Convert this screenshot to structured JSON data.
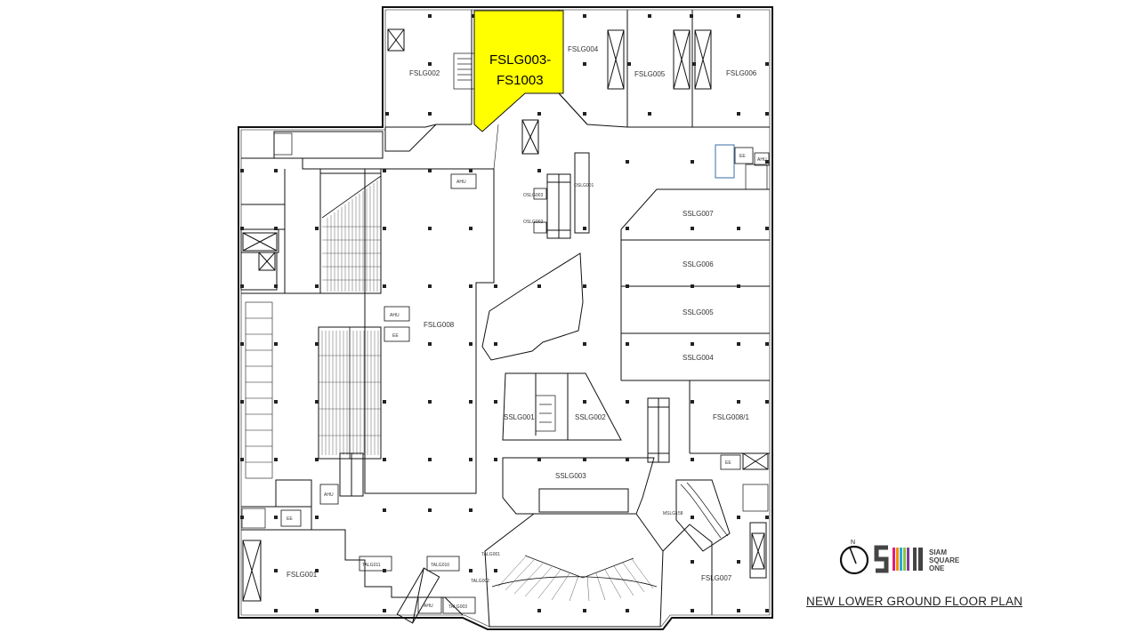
{
  "plan_title": "NEW LOWER GROUND FLOOR PLAN",
  "highlight": {
    "label_line1": "FSLG003-",
    "label_line2": "FS1003",
    "color": "#ffff00"
  },
  "logo": {
    "north_letter": "N",
    "brand_line1": "SIAM",
    "brand_line2": "SQUARE",
    "brand_line3": "ONE",
    "colors": [
      "#e6197e",
      "#f29100",
      "#2aa7df",
      "#8cc63f",
      "#7f3f98"
    ]
  },
  "units": {
    "fslg002": "FSLG002",
    "fslg004": "FSLG004",
    "fslg005": "FSLG005",
    "fslg006": "FSLG006",
    "fslg008": "FSLG008",
    "fslg001": "FSLG001",
    "fslg007": "FSLG007",
    "fslg008_1": "FSLG008/1",
    "sslg007": "SSLG007",
    "sslg006": "SSLG006",
    "sslg005": "SSLG005",
    "sslg004": "SSLG004",
    "sslg003": "SSLG003",
    "sslg001": "SSLG001",
    "sslg002": "SSLG002",
    "oslg001": "OSLG001",
    "oslg002": "OSLG002",
    "oslg003": "OSLG003",
    "talg011": "TALG011",
    "talg010": "TALG010",
    "talg003": "TALG003",
    "talg002": "TALG002",
    "talg001": "TALG001",
    "mslg158": "MSLG158",
    "ahu": "AHU",
    "ee": "EE"
  }
}
